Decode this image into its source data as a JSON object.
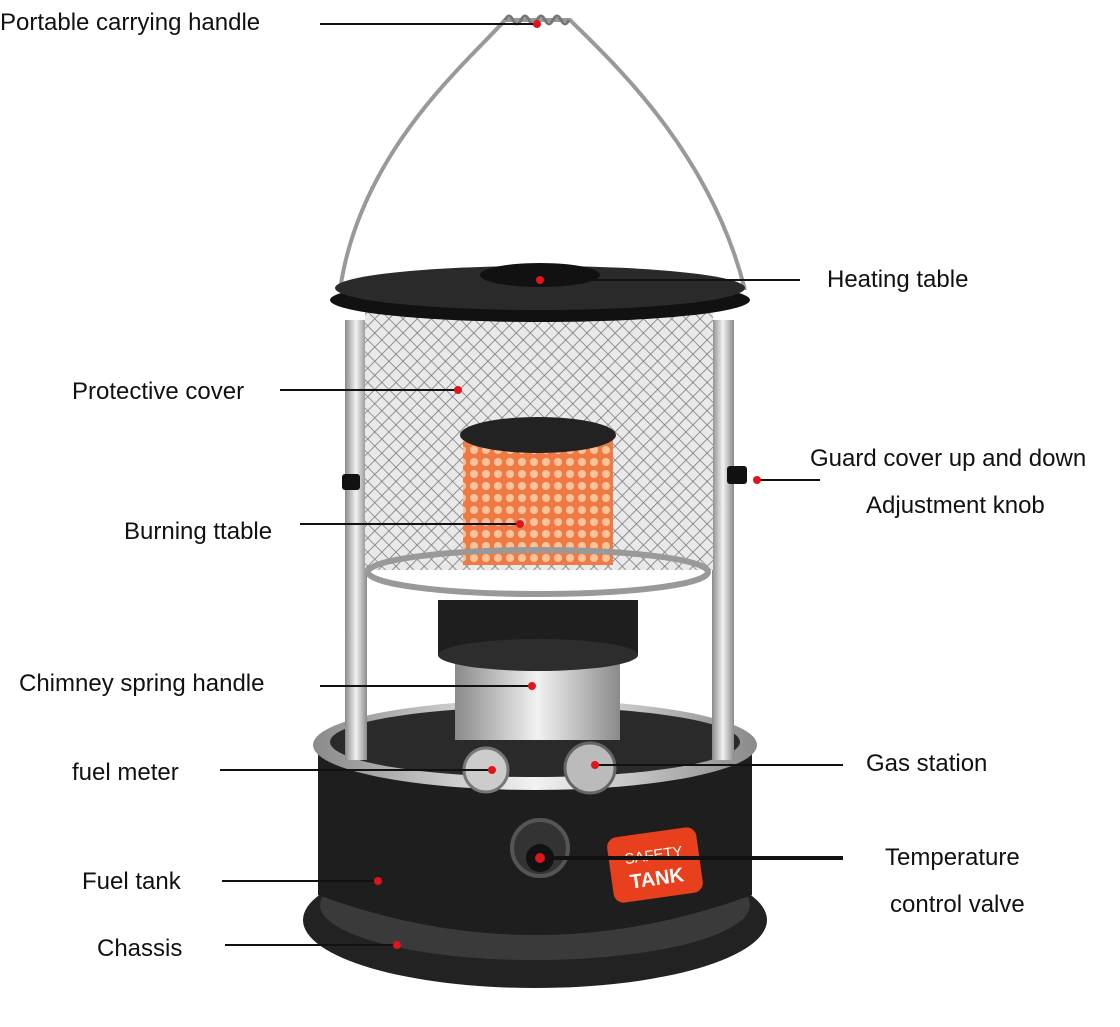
{
  "labels": {
    "handle": "Portable carrying handle",
    "heating_table": "Heating table",
    "protective_cover": "Protective cover",
    "guard_cover_line1": "Guard cover up and down",
    "guard_cover_line2": "Adjustment knob",
    "burning_table": "Burning ttable",
    "chimney": "Chimney spring handle",
    "fuel_meter": "fuel meter",
    "gas_station": "Gas station",
    "temperature_line1": "Temperature",
    "temperature_line2": "control valve",
    "fuel_tank": "Fuel tank",
    "chassis": "Chassis"
  },
  "badge": {
    "line1": "SAFETY",
    "line2": "TANK"
  },
  "colors": {
    "marker": "#e0141b",
    "badge": "#e8401c",
    "body": "#1c1c1c",
    "flame": "#f07a45"
  }
}
